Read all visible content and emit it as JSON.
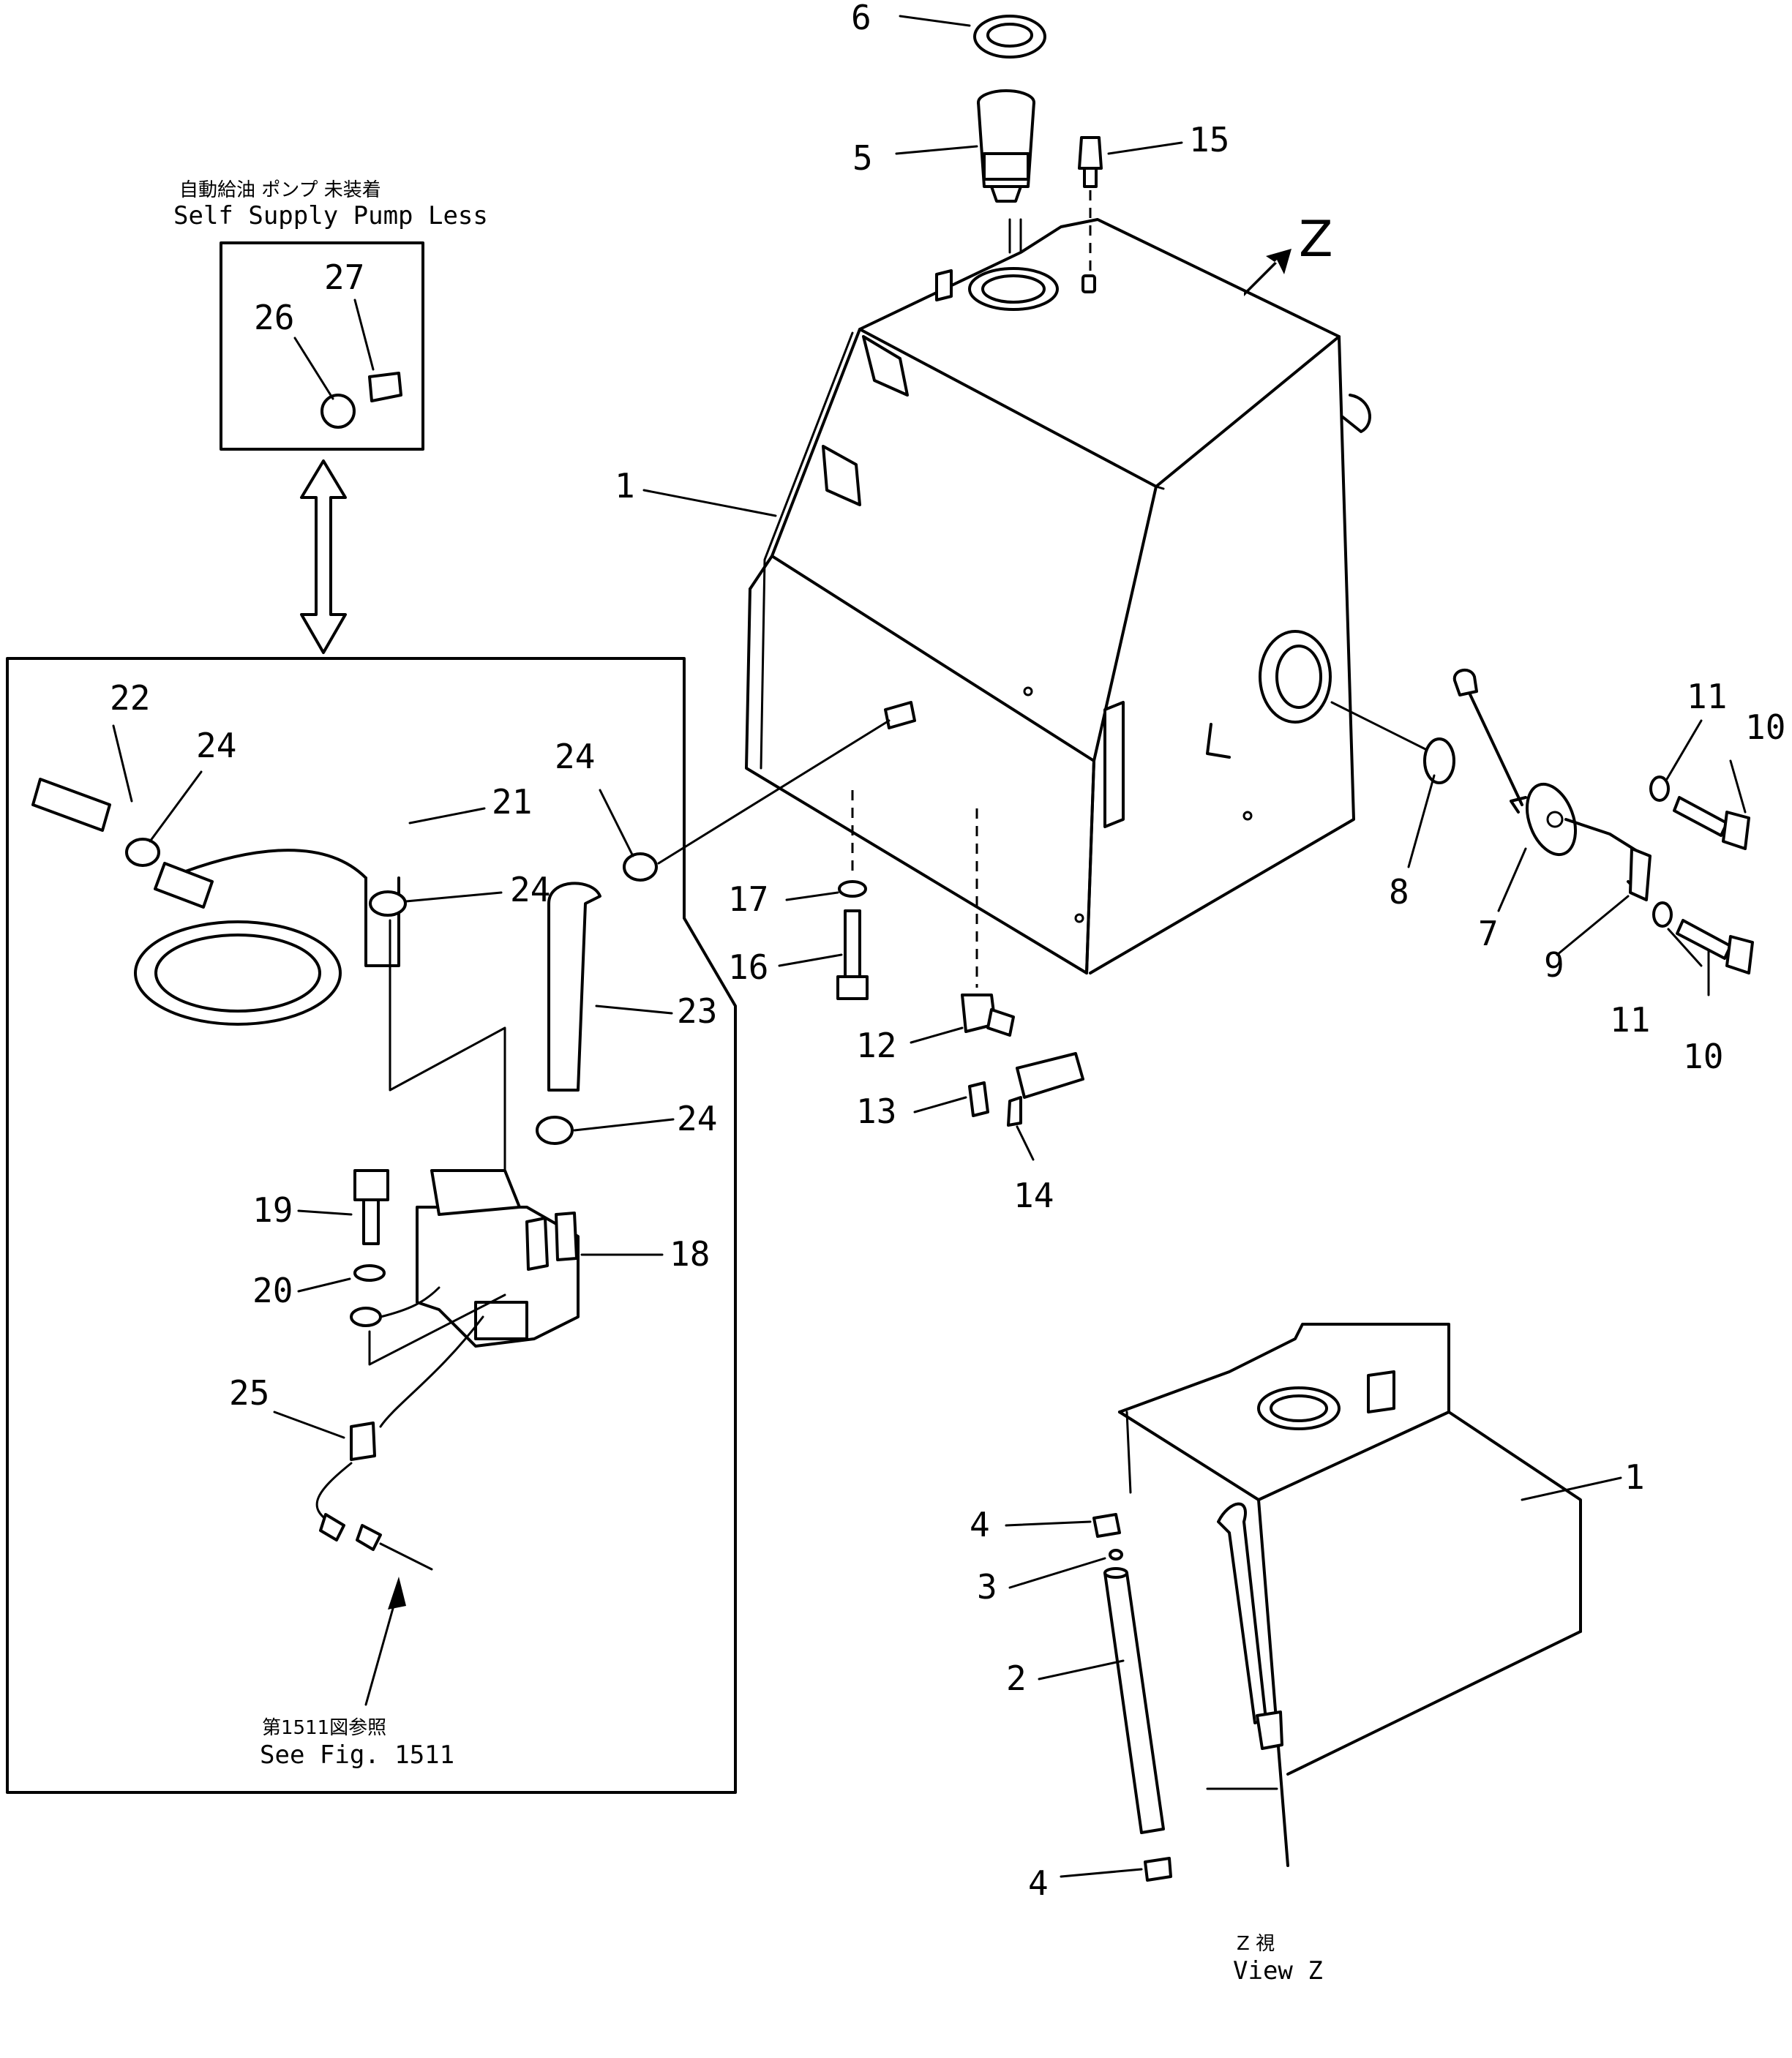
{
  "insets": {
    "pump_less": {
      "caption_jp": "自動給油 ポンプ 未装着",
      "caption_en": "Self Supply Pump Less"
    },
    "see_fig": {
      "caption_jp": "第1511図参照",
      "caption_en": "See Fig. 1511"
    },
    "view_z": {
      "caption_jp": "Z 視",
      "caption_en": "View Z"
    }
  },
  "view_arrow_label": "Z",
  "callouts": [
    "1",
    "2",
    "3",
    "4",
    "5",
    "6",
    "7",
    "8",
    "9",
    "10",
    "11",
    "12",
    "13",
    "14",
    "15",
    "16",
    "17",
    "18",
    "19",
    "20",
    "21",
    "22",
    "23",
    "24",
    "25",
    "26",
    "27"
  ]
}
